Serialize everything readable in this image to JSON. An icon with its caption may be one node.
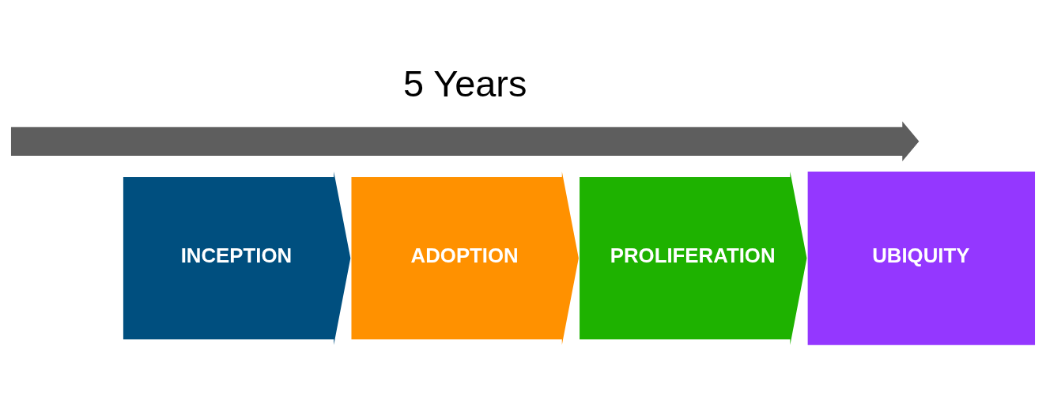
{
  "diagram": {
    "nodes": [
      {
        "text": [],
        "shape": "arrow",
        "beside": [
          "5 Years"
        ]
      },
      {
        "text": [
          "INCEPTION"
        ]
      },
      {
        "text": [
          "ADOPTION"
        ]
      },
      {
        "text": [
          "PROLIFERATION"
        ]
      },
      {
        "text": [
          "UBIQUITY"
        ]
      }
    ],
    "edges": []
  }
}
